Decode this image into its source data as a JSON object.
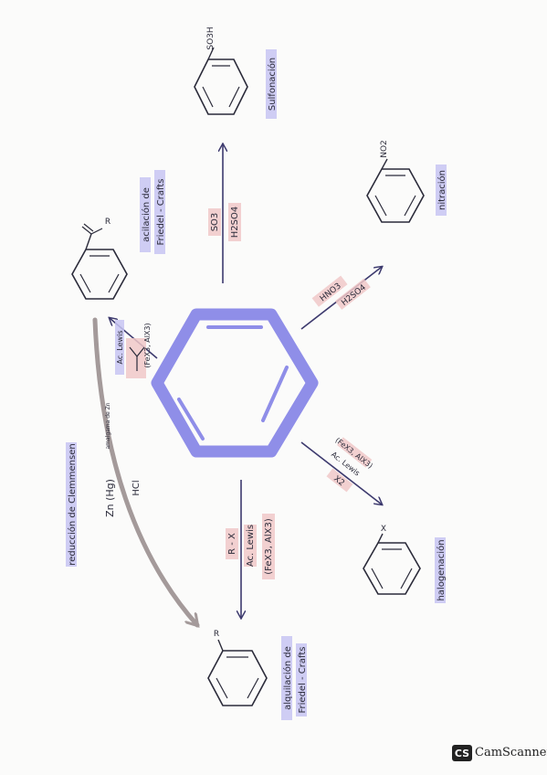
{
  "reactions": {
    "sulfonation": {
      "label": "Sulfonación",
      "substituent": "SO3H",
      "reagents": [
        "SO3",
        "H2SO4"
      ]
    },
    "nitration": {
      "label": "nitración",
      "substituent": "NO2",
      "reagents": [
        "HNO3",
        "H2SO4"
      ]
    },
    "halogenation": {
      "label": "halogenación",
      "substituent": "X",
      "reagents": [
        "X2",
        "Ac. Lewis",
        "(FeX3, AlX3)"
      ]
    },
    "alkylation": {
      "label_line1": "alquilación de",
      "label_line2": "Friedel - Crafts",
      "substituent": "R",
      "reagents": [
        "R - X",
        "Ac. Lewis",
        "(FeX3, AlX3)"
      ]
    },
    "acylation": {
      "label_line1": "acilación de",
      "label_line2": "Friedel - Crafts",
      "substituent": "R",
      "reagents": [
        "Ac. Lewis",
        "(FeX3, AlX3)"
      ]
    },
    "clemmensen": {
      "label": "reducción de Clemmensen",
      "reagents": [
        "Zn (Hg)",
        "HCl"
      ],
      "note": "amalgama de Zn"
    }
  },
  "watermark": {
    "logo": "CS",
    "text": "CamScanner"
  },
  "colors": {
    "benzene": "#8f8ee8",
    "arrow": "#3d3a6e",
    "label_highlight": "#c7c4f2",
    "reagent_highlight": "#f0c8c8",
    "curved_arrow": "#a49a9a"
  }
}
